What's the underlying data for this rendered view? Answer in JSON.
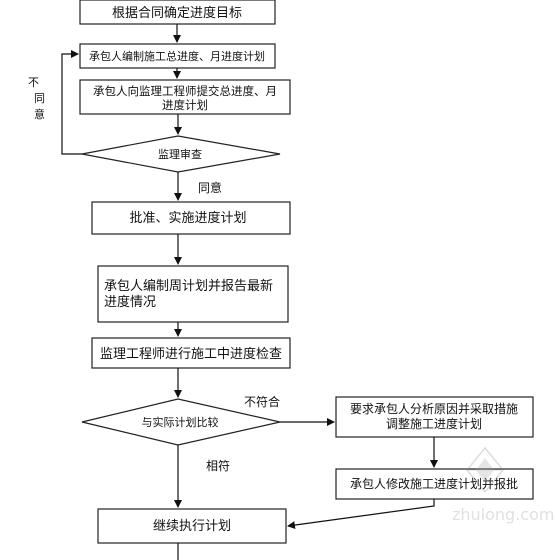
{
  "diagram": {
    "nodes": {
      "n1": "根据合同确定进度目标",
      "n2": "承包人编制施工总进度、月进度计划",
      "n3_line1": "承包人向监理工程师提交总进度、月",
      "n3_line2": "进度计划",
      "d1": "监理审查",
      "n4": "批准、实施进度计划",
      "n5_line1": "承包人编制周计划并报告最新",
      "n5_line2": "进度情况",
      "n6": "监理工程师进行施工中进度检查",
      "d2": "与实际计划比较",
      "n7_line1": "要求承包人分析原因并采取措施",
      "n7_line2": "调整施工进度计划",
      "n8": "承包人修改施工进度计划并报批",
      "n9": "继续执行计划"
    },
    "labels": {
      "reject_1": "不",
      "reject_2": "同",
      "reject_3": "意",
      "agree": "同意",
      "not_match": "不符合",
      "match": "相符"
    },
    "watermark": "zhulong.com"
  }
}
